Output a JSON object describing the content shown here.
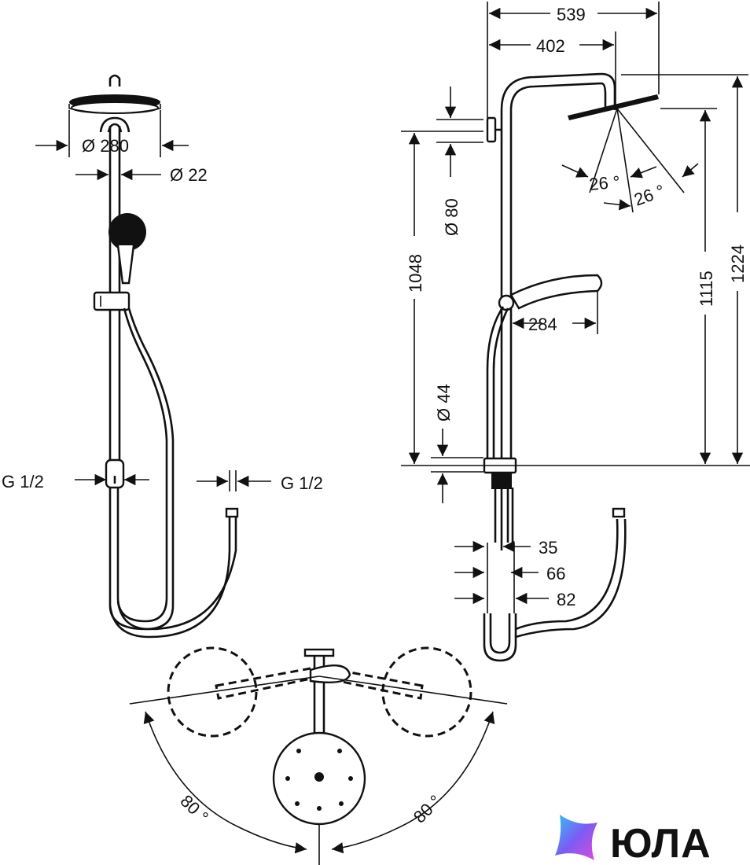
{
  "dimensions": {
    "d280": "Ø 280",
    "d22": "Ø 22",
    "g12_left": "G 1/2",
    "g12_right": "G 1/2",
    "w539": "539",
    "w402": "402",
    "h1048": "1048",
    "d80": "Ø 80",
    "angle1": "26 °",
    "angle2": "26 °",
    "h1115": "1115",
    "h1224": "1224",
    "w284": "284",
    "d44": "Ø 44",
    "w35": "35",
    "w66": "66",
    "w82": "82",
    "angle_left": "80 °",
    "angle_right": "80 °"
  },
  "brand": {
    "name": "ЮЛА",
    "colors": [
      "#2ec5f0",
      "#7b5cf5",
      "#e04ad8"
    ]
  }
}
